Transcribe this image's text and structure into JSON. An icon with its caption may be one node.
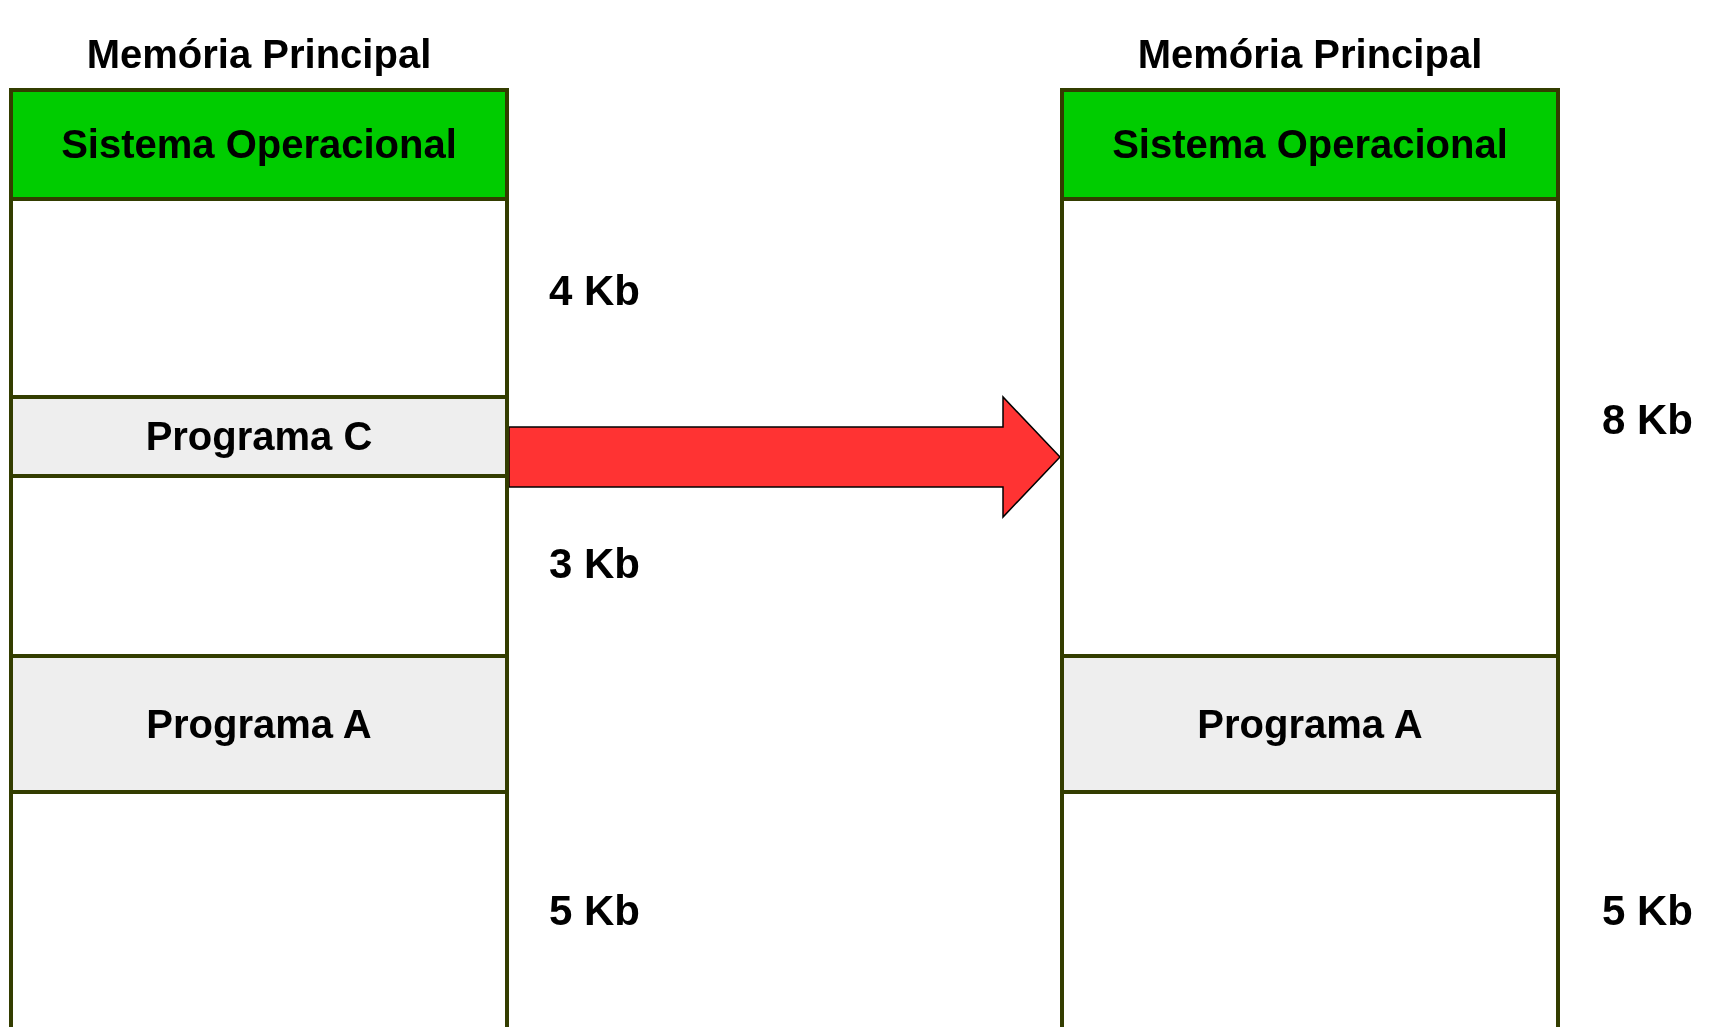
{
  "diagram": {
    "nodes": [
      {
        "text": [
          "Memória Principal"
        ]
      },
      {
        "text": [
          "Sistema Operacional"
        ],
        "in": 0
      },
      {
        "text": [],
        "shape": "box",
        "in": 0,
        "beside": [
          "4 Kb"
        ]
      },
      {
        "text": [
          "Programa C"
        ],
        "in": 0
      },
      {
        "text": [],
        "shape": "box",
        "in": 0,
        "beside": [
          "3 Kb"
        ]
      },
      {
        "text": [
          "Programa A"
        ],
        "in": 0
      },
      {
        "text": [],
        "shape": "box",
        "in": 0,
        "beside": [
          "5 Kb"
        ]
      },
      {
        "text": [
          "Memória Principal"
        ]
      },
      {
        "text": [
          "Sistema Operacional"
        ],
        "in": 7
      },
      {
        "text": [],
        "shape": "box",
        "in": 7,
        "beside": [
          "8 Kb"
        ]
      },
      {
        "text": [
          "Programa A"
        ],
        "in": 7
      },
      {
        "text": [],
        "shape": "box",
        "in": 7,
        "beside": [
          "5 Kb"
        ]
      }
    ],
    "edges": [
      {
        "from": 0,
        "to": 7,
        "arrow": "to",
        "color": "#ff3333"
      }
    ]
  }
}
